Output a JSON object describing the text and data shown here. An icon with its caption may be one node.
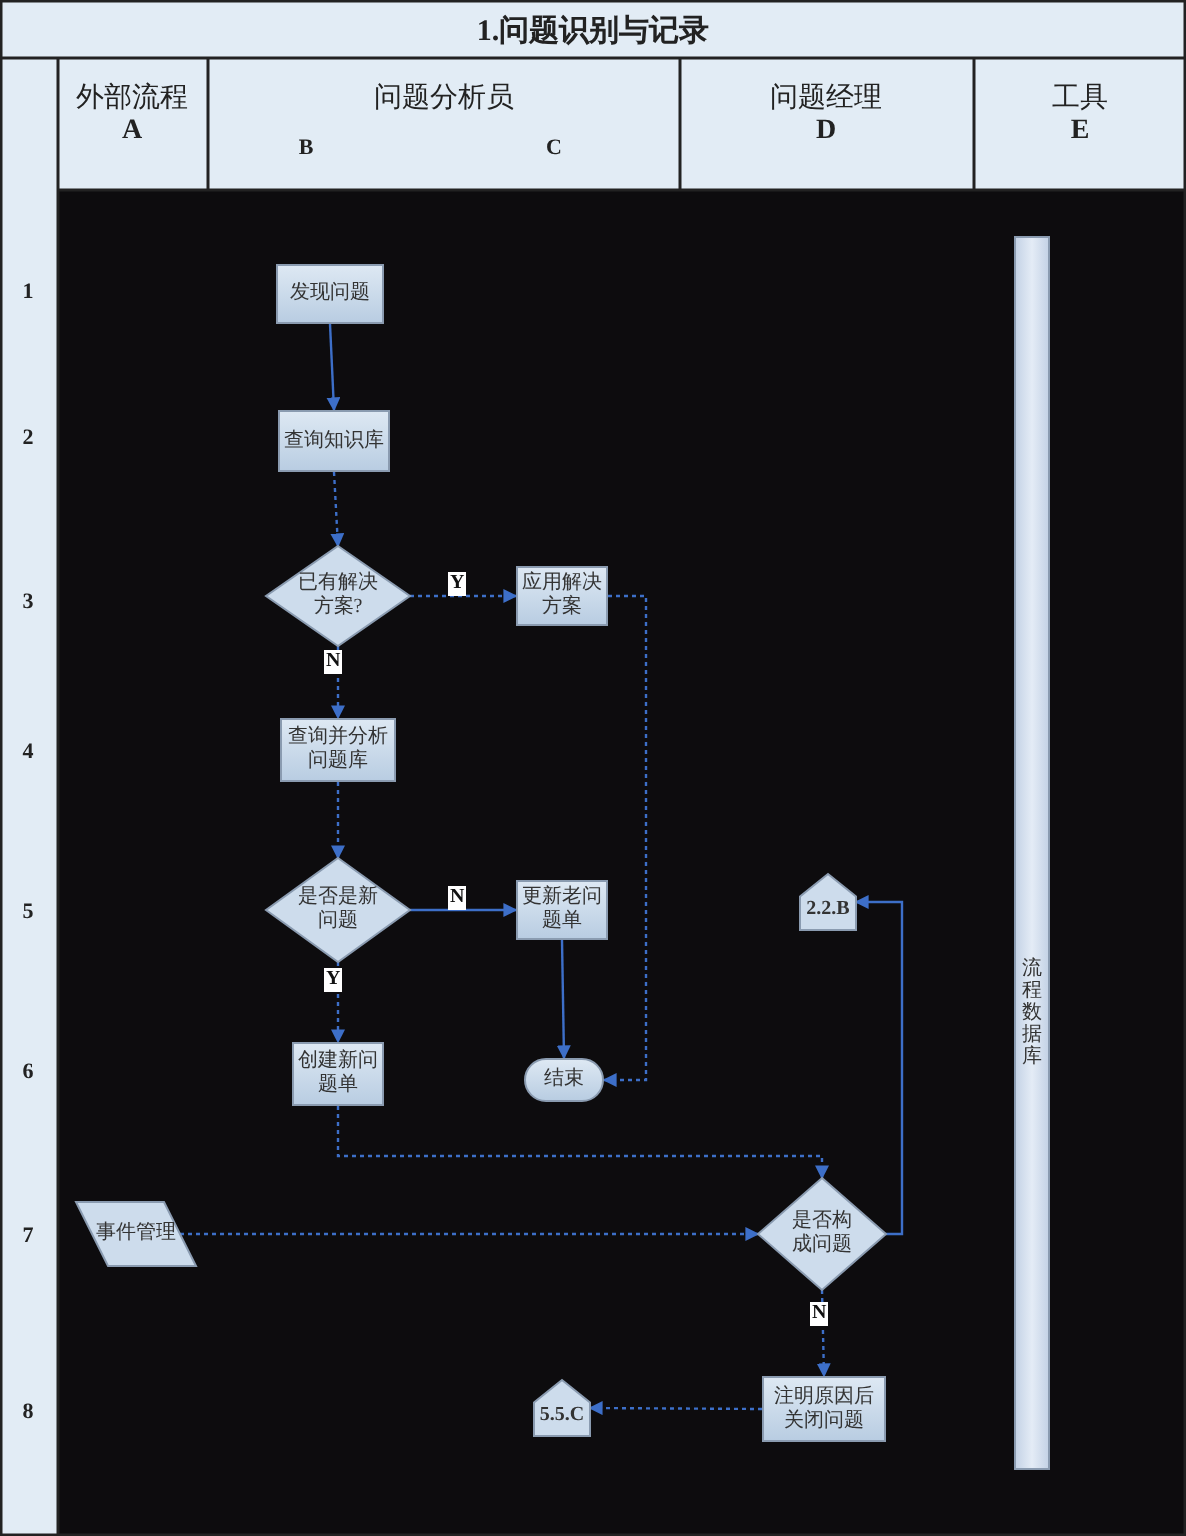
{
  "diagram": {
    "title": "1.问题识别与记录",
    "nodes": [
      {
        "text": [
          "发现问题"
        ]
      },
      {
        "text": [
          "查询知识库"
        ]
      },
      {
        "text": [
          "已有解决方案?"
        ]
      },
      {
        "text": [
          "应用解决方案"
        ]
      },
      {
        "text": [
          "查询并分析问题库"
        ]
      },
      {
        "text": [
          "是否是新问题"
        ]
      },
      {
        "text": [
          "更新老问题单"
        ]
      },
      {
        "text": [
          "创建新问题单"
        ]
      },
      {
        "text": [
          "结束"
        ]
      },
      {
        "text": [
          "2.2.B"
        ]
      },
      {
        "text": [
          "事件管理"
        ]
      },
      {
        "text": [
          "是否构成问题"
        ]
      },
      {
        "text": [
          "注明原因后关闭问题"
        ]
      },
      {
        "text": [
          "5.5.C"
        ]
      },
      {
        "text": [
          "流程数据库"
        ]
      }
    ],
    "edges": [
      {
        "from": 0,
        "to": 1,
        "arrow": "to"
      },
      {
        "from": 1,
        "to": 2,
        "arrow": "to",
        "style": "dashed"
      },
      {
        "from": 2,
        "to": 3,
        "arrow": "to",
        "label": "Y",
        "style": "dashed"
      },
      {
        "from": 2,
        "to": 4,
        "arrow": "to",
        "label": "N",
        "style": "dashed"
      },
      {
        "from": 3,
        "to": 8,
        "arrow": "to",
        "style": "dashed"
      },
      {
        "from": 4,
        "to": 5,
        "arrow": "to",
        "style": "dashed"
      },
      {
        "from": 5,
        "to": 6,
        "arrow": "to",
        "label": "N"
      },
      {
        "from": 5,
        "to": 7,
        "arrow": "to",
        "label": "Y",
        "style": "dashed"
      },
      {
        "from": 6,
        "to": 8,
        "arrow": "to"
      },
      {
        "from": 7,
        "to": 11,
        "arrow": "to",
        "style": "dashed"
      },
      {
        "from": 10,
        "to": 11,
        "arrow": "to",
        "style": "dashed"
      },
      {
        "from": 11,
        "to": 9,
        "arrow": "to"
      },
      {
        "from": 11,
        "to": 12,
        "arrow": "to",
        "label": "N",
        "style": "dashed"
      },
      {
        "from": 12,
        "to": 13,
        "arrow": "to",
        "style": "dashed"
      }
    ],
    "labels": [
      "外部流程",
      "A",
      "问题分析员",
      "B",
      "C",
      "问题经理",
      "D",
      "工具",
      "E",
      "1",
      "2",
      "3",
      "4",
      "5",
      "6",
      "7",
      "8"
    ]
  }
}
